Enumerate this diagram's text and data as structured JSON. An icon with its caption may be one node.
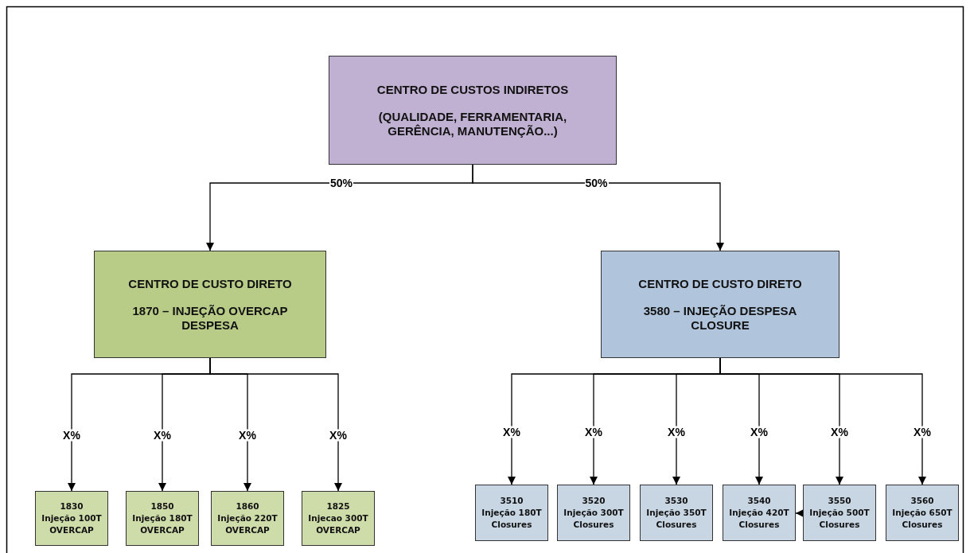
{
  "diagram": {
    "nodes": [
      {
        "text": [
          "CENTRO DE CUSTOS INDIRETOS",
          "(QUALIDADE, FERRAMENTARIA, GERÊNCIA, MANUTENÇÃO...)"
        ]
      },
      {
        "text": [
          "CENTRO DE CUSTO DIRETO",
          "1870 – INJEÇÃO OVERCAP DESPESA"
        ]
      },
      {
        "text": [
          "CENTRO DE CUSTO DIRETO",
          "3580 – INJEÇÃO DESPESA CLOSURE"
        ]
      },
      {
        "text": [
          "1830",
          "Injeção 100T",
          "OVERCAP"
        ]
      },
      {
        "text": [
          "1850",
          "Injeção 180T",
          "OVERCAP"
        ]
      },
      {
        "text": [
          "1860",
          "Injeção 220T",
          "OVERCAP"
        ]
      },
      {
        "text": [
          "1825",
          "Injecao 300T",
          "OVERCAP"
        ]
      },
      {
        "text": [
          "3510",
          "Injeção 180T",
          "Closures"
        ]
      },
      {
        "text": [
          "3520",
          "Injeção 300T",
          "Closures"
        ]
      },
      {
        "text": [
          "3530",
          "Injeção 350T",
          "Closures"
        ]
      },
      {
        "text": [
          "3540",
          "Injeção 420T",
          "Closures"
        ]
      },
      {
        "text": [
          "3550",
          "Injeção 500T",
          "Closures"
        ]
      },
      {
        "text": [
          "3560",
          "Injeção 650T",
          "Closures"
        ]
      }
    ],
    "edges": [
      {
        "from": 0,
        "to": 1,
        "arrow": "to",
        "label": "50%"
      },
      {
        "from": 0,
        "to": 2,
        "arrow": "to",
        "label": "50%"
      },
      {
        "from": 1,
        "to": 3,
        "arrow": "to",
        "label": "X%"
      },
      {
        "from": 1,
        "to": 4,
        "arrow": "to",
        "label": "X%"
      },
      {
        "from": 1,
        "to": 5,
        "arrow": "to",
        "label": "X%"
      },
      {
        "from": 1,
        "to": 6,
        "arrow": "to",
        "label": "X%"
      },
      {
        "from": 2,
        "to": 7,
        "arrow": "to",
        "label": "X%"
      },
      {
        "from": 2,
        "to": 8,
        "arrow": "to",
        "label": "X%"
      },
      {
        "from": 2,
        "to": 9,
        "arrow": "to",
        "label": "X%"
      },
      {
        "from": 2,
        "to": 10,
        "arrow": "to",
        "label": "X%"
      },
      {
        "from": 2,
        "to": 11,
        "arrow": "to",
        "label": "X%"
      },
      {
        "from": 2,
        "to": 12,
        "arrow": "to",
        "label": "X%"
      },
      {
        "from": 11,
        "to": 10,
        "arrow": "to"
      }
    ]
  }
}
